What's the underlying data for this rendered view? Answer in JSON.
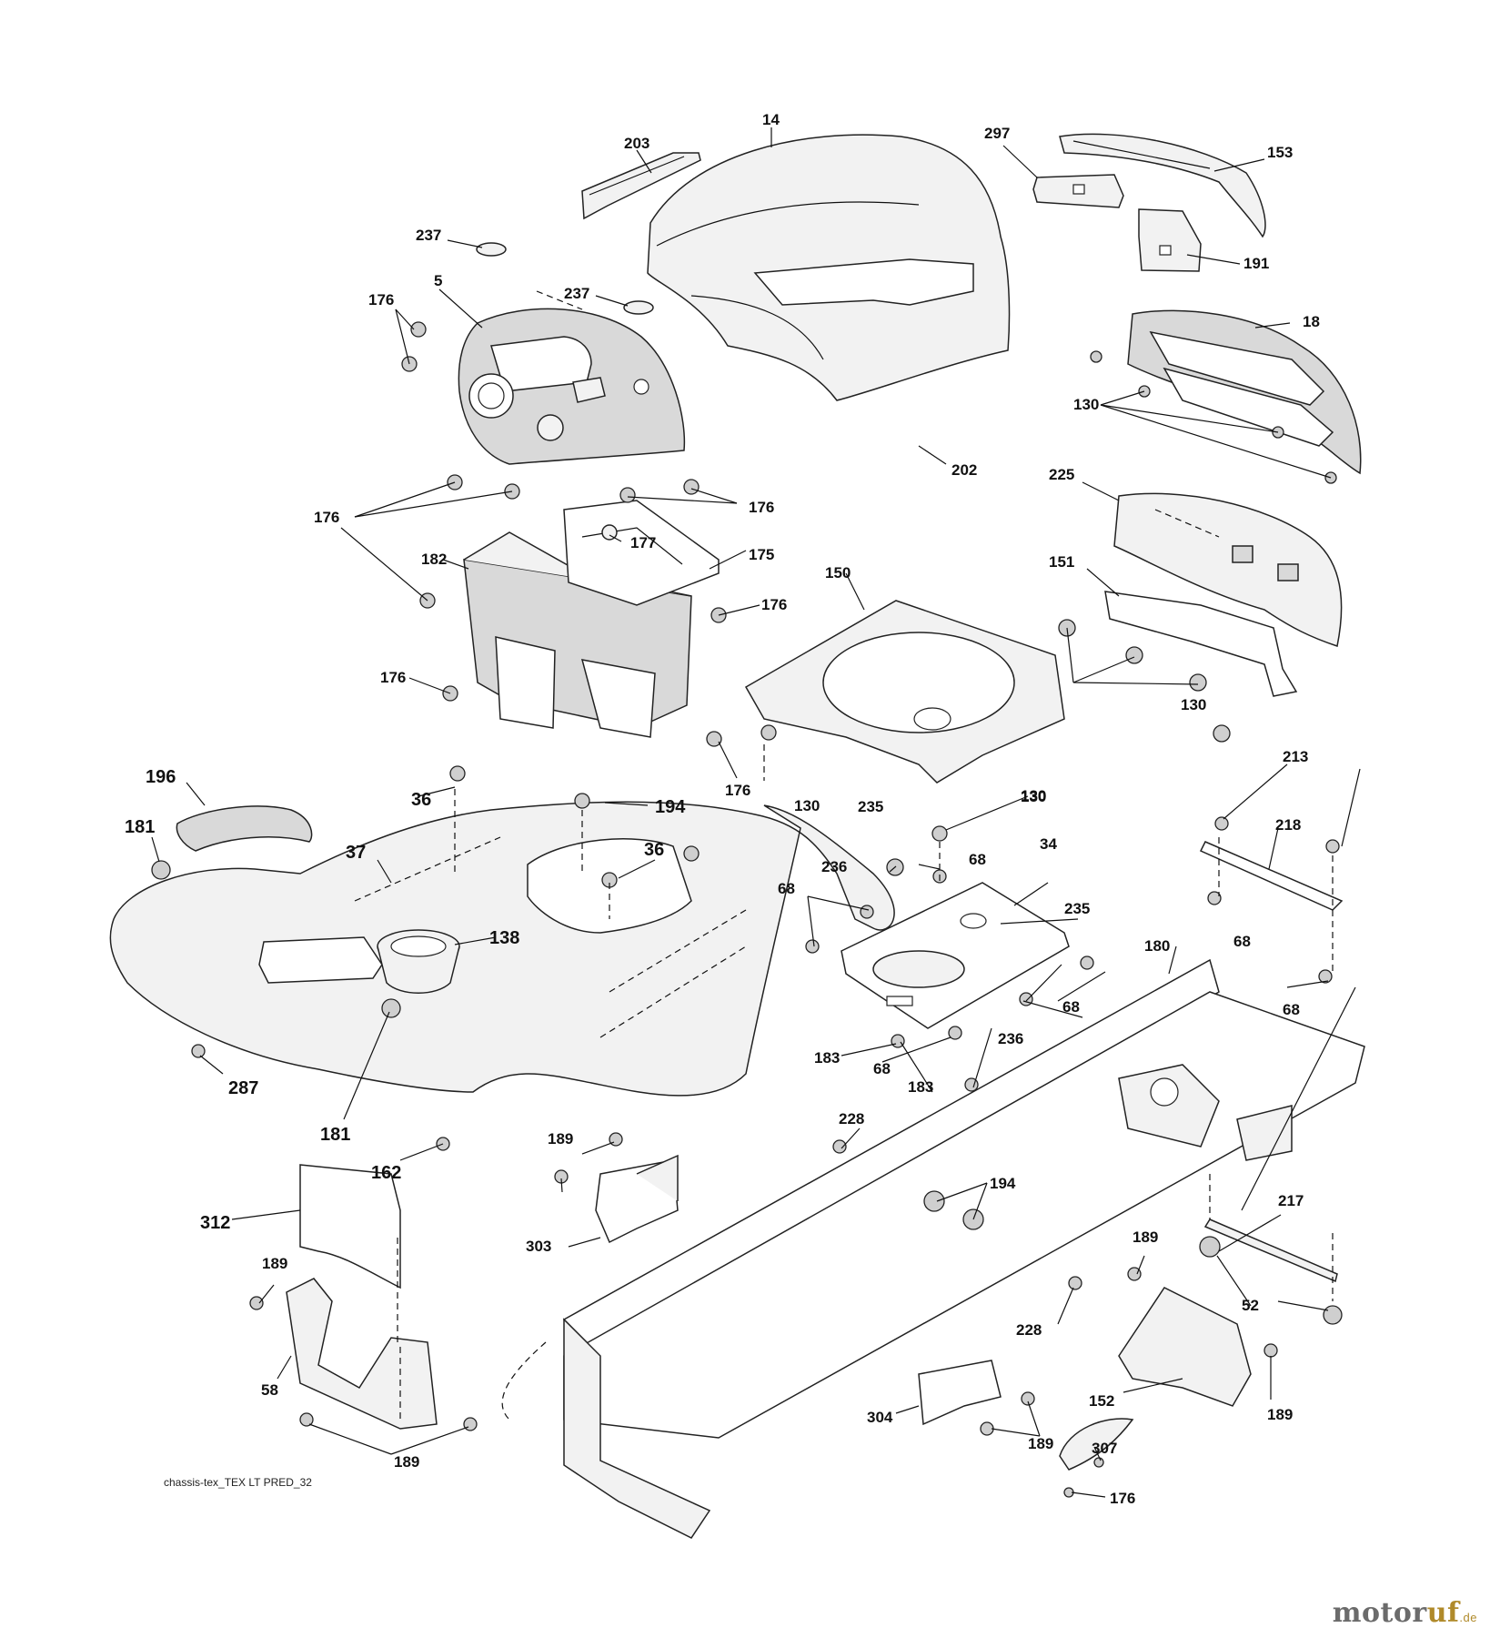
{
  "caption": "chassis-tex_TEX LT PRED_32",
  "brand": {
    "name_a": "motor",
    "name_b": "uf",
    "tld": ".de"
  },
  "labels": {
    "l14": "14",
    "l203": "203",
    "l297": "297",
    "l153": "153",
    "l191": "191",
    "l237a": "237",
    "l237b": "237",
    "l5": "5",
    "l176a": "176",
    "l18": "18",
    "l130a": "130",
    "l202": "202",
    "l225": "225",
    "l176b": "176",
    "l176c": "176",
    "l177": "177",
    "l175": "175",
    "l182": "182",
    "l176d": "176",
    "l151": "151",
    "l150": "150",
    "l176e": "176",
    "l130b": "130",
    "l176f": "176",
    "l130c": "130",
    "l130d": "130",
    "l196": "196",
    "l36a": "36",
    "l194a": "194",
    "l181a": "181",
    "l37": "37",
    "l36b": "36",
    "l235a": "235",
    "l130e": "130",
    "l213": "213",
    "l218": "218",
    "l34": "34",
    "l68a": "68",
    "l236a": "236",
    "l68b": "68",
    "l235b": "235",
    "l138": "138",
    "l68c": "68",
    "l180": "180",
    "l68d": "68",
    "l68e": "68",
    "l236b": "236",
    "l287": "287",
    "l183a": "183",
    "l68f": "68",
    "l183b": "183",
    "l181b": "181",
    "l228a": "228",
    "l189a": "189",
    "l162": "162",
    "l194b": "194",
    "l217": "217",
    "l312": "312",
    "l303": "303",
    "l189b": "189",
    "l189c": "189",
    "l52": "52",
    "l228b": "228",
    "l58": "58",
    "l152": "152",
    "l189d": "189",
    "l304": "304",
    "l189e": "189",
    "l189f": "189",
    "l307": "307",
    "l176g": "176"
  }
}
